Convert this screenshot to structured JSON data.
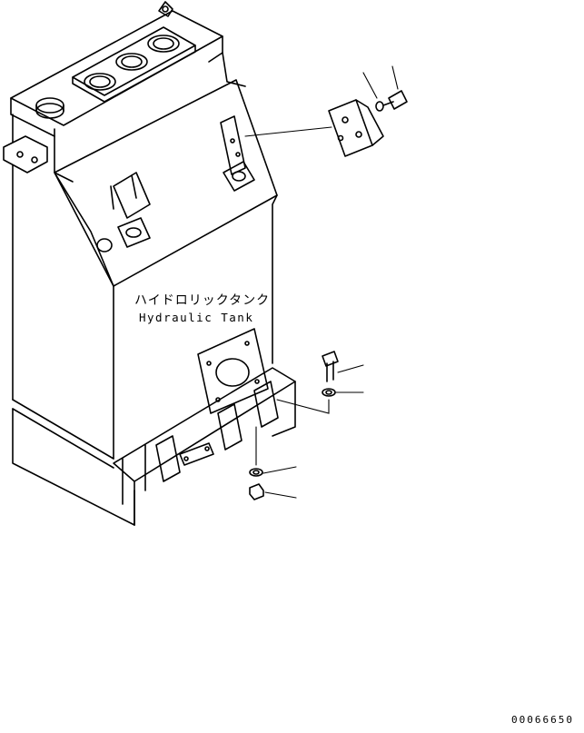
{
  "tank_label": {
    "japanese": "ハイドロリックタンク",
    "english": "Hydraulic Tank"
  },
  "drawing_number": "00066650"
}
